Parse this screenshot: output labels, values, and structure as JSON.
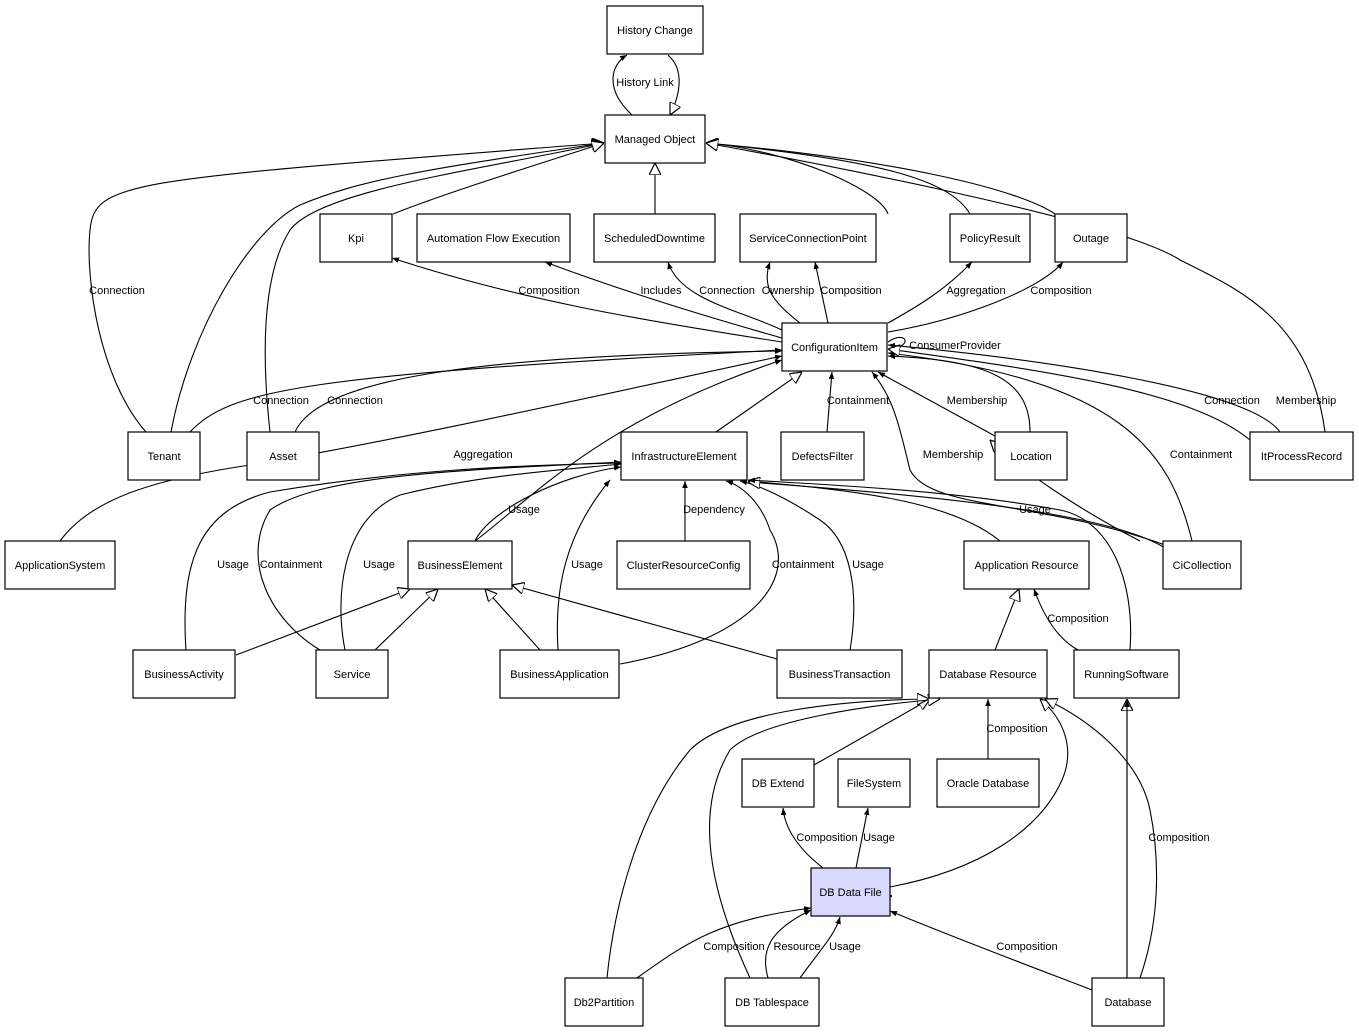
{
  "diagram": {
    "nodes": [
      {
        "id": "history_change",
        "label": "History Change"
      },
      {
        "id": "managed_object",
        "label": "Managed Object"
      },
      {
        "id": "kpi",
        "label": "Kpi"
      },
      {
        "id": "automation_flow",
        "label": "Automation Flow Execution"
      },
      {
        "id": "scheduled_downtime",
        "label": "ScheduledDowntime"
      },
      {
        "id": "service_connection_point",
        "label": "ServiceConnectionPoint"
      },
      {
        "id": "policy_result",
        "label": "PolicyResult"
      },
      {
        "id": "outage",
        "label": "Outage"
      },
      {
        "id": "configuration_item",
        "label": "ConfigurationItem"
      },
      {
        "id": "tenant",
        "label": "Tenant"
      },
      {
        "id": "asset",
        "label": "Asset"
      },
      {
        "id": "infrastructure_element",
        "label": "InfrastructureElement"
      },
      {
        "id": "defects_filter",
        "label": "DefectsFilter"
      },
      {
        "id": "location",
        "label": "Location"
      },
      {
        "id": "it_process_record",
        "label": "ItProcessRecord"
      },
      {
        "id": "application_system",
        "label": "ApplicationSystem"
      },
      {
        "id": "business_element",
        "label": "BusinessElement"
      },
      {
        "id": "cluster_resource_config",
        "label": "ClusterResourceConfig"
      },
      {
        "id": "application_resource",
        "label": "Application Resource"
      },
      {
        "id": "ci_collection",
        "label": "CiCollection"
      },
      {
        "id": "business_activity",
        "label": "BusinessActivity"
      },
      {
        "id": "service",
        "label": "Service"
      },
      {
        "id": "business_application",
        "label": "BusinessApplication"
      },
      {
        "id": "business_transaction",
        "label": "BusinessTransaction"
      },
      {
        "id": "database_resource",
        "label": "Database Resource"
      },
      {
        "id": "running_software",
        "label": "RunningSoftware"
      },
      {
        "id": "db_extend",
        "label": "DB Extend"
      },
      {
        "id": "file_system",
        "label": "FileSystem"
      },
      {
        "id": "oracle_database",
        "label": "Oracle Database"
      },
      {
        "id": "db_data_file",
        "label": "DB Data File",
        "highlight": true
      },
      {
        "id": "db2_partition",
        "label": "Db2Partition"
      },
      {
        "id": "db_tablespace",
        "label": "DB Tablespace"
      },
      {
        "id": "database",
        "label": "Database"
      }
    ],
    "edges": [
      {
        "label": "History Link",
        "arrow": "filled"
      },
      {
        "label": "",
        "arrow": "hollow"
      },
      {
        "label": "",
        "arrow": "hollow"
      },
      {
        "label": "Connection",
        "arrow": "hollow"
      },
      {
        "label": "",
        "arrow": "hollow"
      },
      {
        "label": "",
        "arrow": "hollow"
      },
      {
        "label": "",
        "arrow": "hollow"
      },
      {
        "label": "",
        "arrow": "hollow"
      },
      {
        "label": "",
        "arrow": "hollow"
      },
      {
        "label": "",
        "arrow": "hollow"
      },
      {
        "label": "",
        "arrow": "hollow"
      },
      {
        "label": "",
        "arrow": "hollow"
      },
      {
        "label": "Composition",
        "arrow": "filled"
      },
      {
        "label": "Includes",
        "arrow": "filled"
      },
      {
        "label": "Connection",
        "arrow": "filled"
      },
      {
        "label": "Ownership",
        "arrow": "filled"
      },
      {
        "label": "Composition",
        "arrow": "filled"
      },
      {
        "label": "Aggregation",
        "arrow": "filled"
      },
      {
        "label": "Composition",
        "arrow": "filled"
      },
      {
        "label": "ConsumerProvider",
        "arrow": "filled"
      },
      {
        "label": "Connection",
        "arrow": "filled"
      },
      {
        "label": "Connection",
        "arrow": "filled"
      },
      {
        "label": "Aggregation",
        "arrow": "filled"
      },
      {
        "label": "",
        "arrow": "filled"
      },
      {
        "label": "",
        "arrow": "hollow"
      },
      {
        "label": "",
        "arrow": "filled"
      },
      {
        "label": "Containment",
        "arrow": "filled"
      },
      {
        "label": "Membership",
        "arrow": "filled"
      },
      {
        "label": "Membership",
        "arrow": "filled"
      },
      {
        "label": "Containment",
        "arrow": "filled"
      },
      {
        "label": "",
        "arrow": "hollow"
      },
      {
        "label": "Connection",
        "arrow": "filled"
      },
      {
        "label": "Membership",
        "arrow": "filled"
      },
      {
        "label": "Usage",
        "arrow": "filled"
      },
      {
        "label": "Dependency",
        "arrow": "filled"
      },
      {
        "label": "Usage",
        "arrow": "filled"
      },
      {
        "label": "Containment",
        "arrow": "filled"
      },
      {
        "label": "Usage",
        "arrow": "filled"
      },
      {
        "label": "Usage",
        "arrow": "filled"
      },
      {
        "label": "Containment",
        "arrow": "filled"
      },
      {
        "label": "Usage",
        "arrow": "filled"
      },
      {
        "label": "",
        "arrow": "hollow"
      },
      {
        "label": "Usage",
        "arrow": "filled"
      },
      {
        "label": "",
        "arrow": "hollow"
      },
      {
        "label": "",
        "arrow": "hollow"
      },
      {
        "label": "",
        "arrow": "hollow"
      },
      {
        "label": "",
        "arrow": "hollow"
      },
      {
        "label": "",
        "arrow": "hollow"
      },
      {
        "label": "Composition",
        "arrow": "filled"
      },
      {
        "label": "",
        "arrow": "hollow"
      },
      {
        "label": "",
        "arrow": "hollow"
      },
      {
        "label": "",
        "arrow": "hollow"
      },
      {
        "label": "Composition",
        "arrow": "filled"
      },
      {
        "label": "Composition",
        "arrow": "filled"
      },
      {
        "label": "Usage",
        "arrow": "filled"
      },
      {
        "label": "",
        "arrow": "hollow"
      },
      {
        "label": "Composition",
        "arrow": "filled"
      },
      {
        "label": "Resource",
        "arrow": "filled"
      },
      {
        "label": "Usage",
        "arrow": "filled"
      },
      {
        "label": "Composition",
        "arrow": "filled"
      },
      {
        "label": "",
        "arrow": "hollow"
      },
      {
        "label": "",
        "arrow": "hollow"
      },
      {
        "label": "Composition",
        "arrow": "filled"
      },
      {
        "label": "",
        "arrow": "hollow"
      }
    ]
  }
}
